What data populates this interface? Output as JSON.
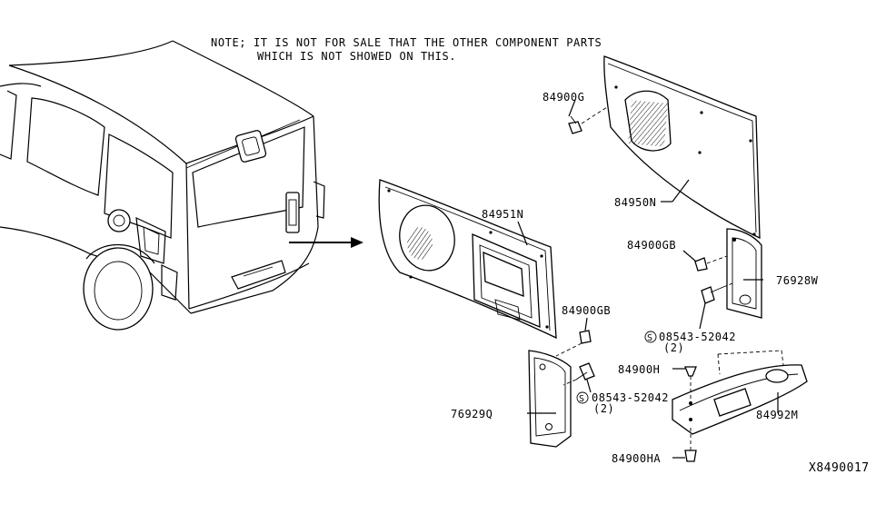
{
  "diagram": {
    "note_line1": "NOTE; IT IS NOT FOR SALE THAT THE OTHER COMPONENT PARTS",
    "note_line2": "WHICH IS NOT SHOWED ON THIS.",
    "diagram_code": "X8490017",
    "labels": {
      "p84900G": "84900G",
      "p84950N": "84950N",
      "p84951N": "84951N",
      "p84900GB_upper": "84900GB",
      "p76928W": "76928W",
      "p84900GB_lower": "84900GB",
      "p08543_upper": "08543-52042",
      "p08543_upper_qty": "(2)",
      "p84900H": "84900H",
      "p08543_lower": "08543-52042",
      "p08543_lower_qty": "(2)",
      "p76929Q": "76929Q",
      "p84992M": "84992M",
      "p84900HA": "84900HA"
    },
    "screw_symbol": "S"
  }
}
